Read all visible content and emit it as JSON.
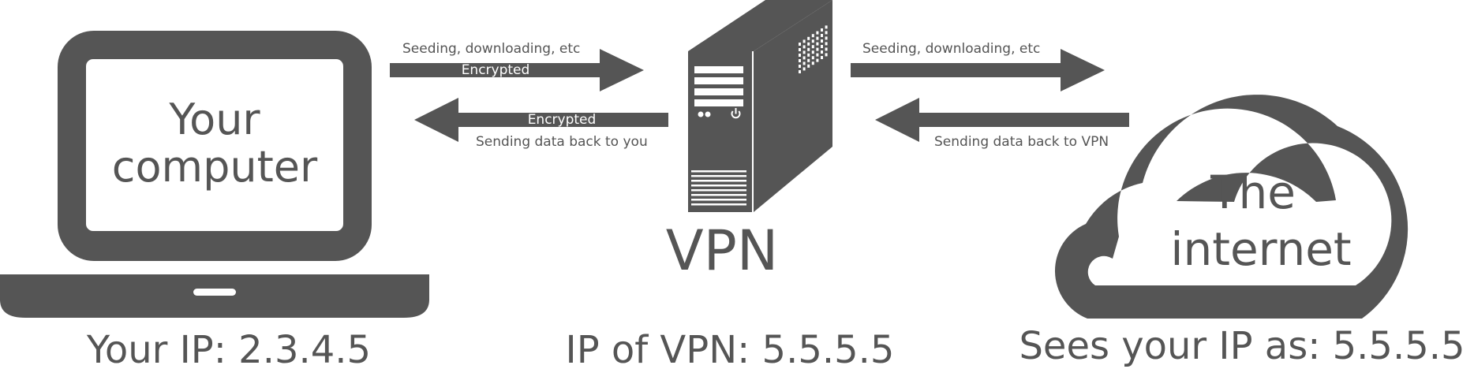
{
  "colors": {
    "fill": "#555555",
    "background": "#ffffff"
  },
  "computer": {
    "icon": "laptop-icon",
    "label_line1": "Your",
    "label_line2": "computer",
    "ip_caption": "Your IP: 2.3.4.5"
  },
  "vpn": {
    "icon": "server-tower-icon",
    "label": "VPN",
    "ip_caption": "IP of VPN: 5.5.5.5"
  },
  "internet": {
    "icon": "cloud-icon",
    "label_line1": "The",
    "label_line2": "internet",
    "ip_caption": "Sees your IP as: 5.5.5.5"
  },
  "links": {
    "computer_to_vpn": {
      "label": "Seeding, downloading, etc",
      "tag": "Encrypted"
    },
    "vpn_to_computer": {
      "label": "Sending data back to you",
      "tag": "Encrypted"
    },
    "vpn_to_internet": {
      "label": "Seeding, downloading, etc"
    },
    "internet_to_vpn": {
      "label": "Sending data back to VPN"
    }
  }
}
